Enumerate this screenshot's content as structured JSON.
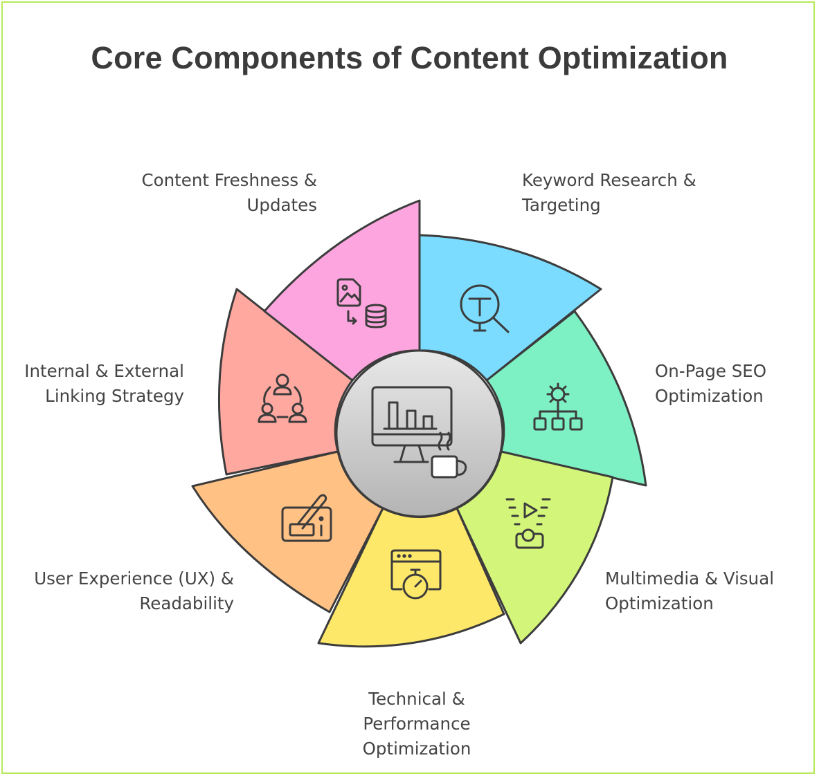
{
  "title": "Core Components of Content Optimization",
  "colors": {
    "border": "#b7ea5a",
    "stroke": "#3c3c3c",
    "keyword": "#7bdcff",
    "onpage": "#7df0c4",
    "multimedia": "#d2f57a",
    "technical": "#fde86a",
    "ux": "#ffc184",
    "linking": "#ffa8a0",
    "freshness": "#fda5de",
    "hub": "#c9c9c9"
  },
  "segments": [
    {
      "id": "keyword",
      "icon": "text-search-icon",
      "lines": [
        "Keyword Research &",
        "Targeting"
      ]
    },
    {
      "id": "onpage",
      "icon": "gear-sitemap-icon",
      "lines": [
        "On-Page SEO",
        "Optimization"
      ]
    },
    {
      "id": "multimedia",
      "icon": "projector-icon",
      "lines": [
        "Multimedia & Visual",
        "Optimization"
      ]
    },
    {
      "id": "technical",
      "icon": "browser-stopwatch-icon",
      "lines": [
        "Technical &",
        "Performance",
        "Optimization"
      ]
    },
    {
      "id": "ux",
      "icon": "design-tablet-icon",
      "lines": [
        "User Experience (UX) &",
        "Readability"
      ]
    },
    {
      "id": "linking",
      "icon": "team-network-icon",
      "lines": [
        "Internal & External",
        "Linking Strategy"
      ]
    },
    {
      "id": "freshness",
      "icon": "image-database-icon",
      "lines": [
        "Content Freshness &",
        "Updates"
      ]
    }
  ],
  "hub": {
    "icon": "monitor-coffee-icon"
  }
}
